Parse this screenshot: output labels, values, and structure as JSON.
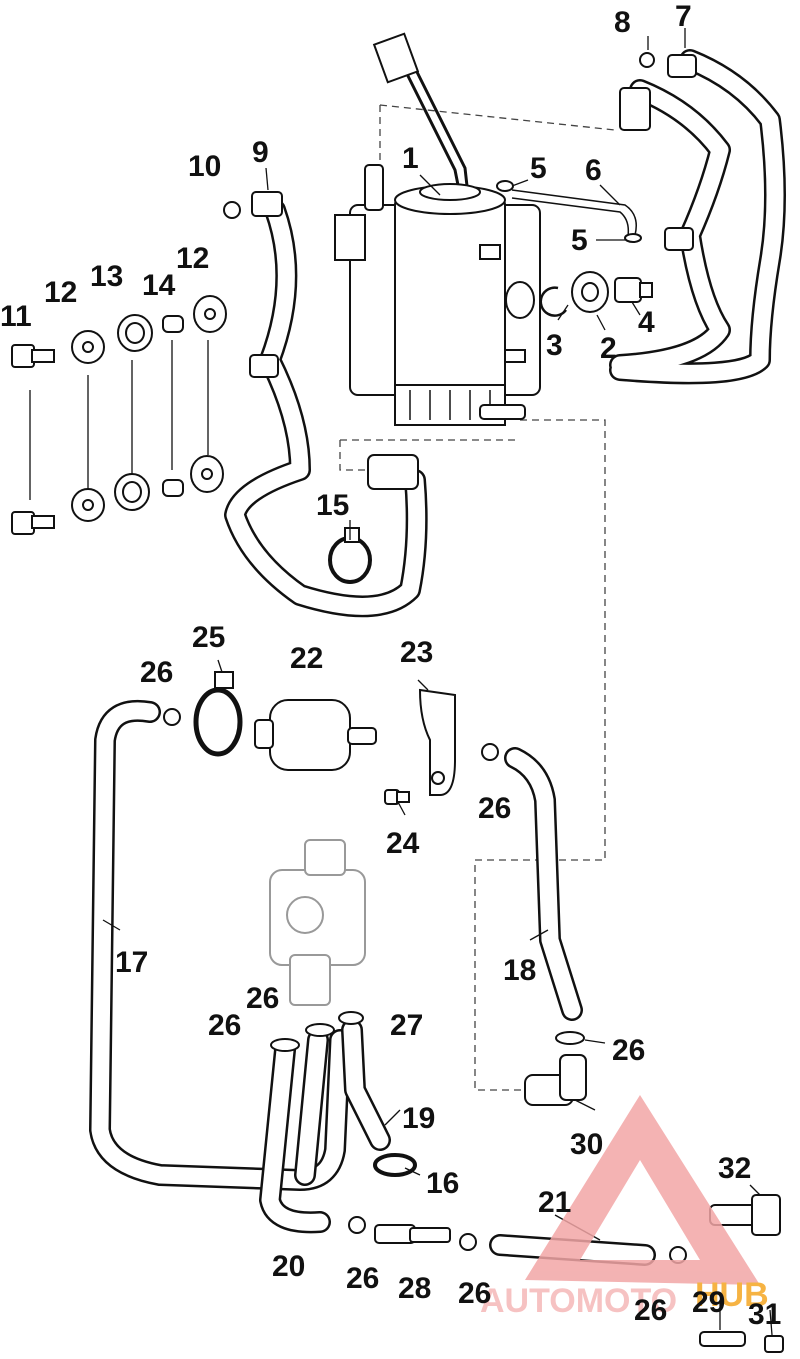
{
  "labels": {
    "l1": "1",
    "l2": "2",
    "l3": "3",
    "l4": "4",
    "l5a": "5",
    "l5b": "5",
    "l6": "6",
    "l7": "7",
    "l8": "8",
    "l9": "9",
    "l10": "10",
    "l11": "11",
    "l12a": "12",
    "l12b": "12",
    "l13": "13",
    "l14": "14",
    "l15": "15",
    "l16": "16",
    "l17": "17",
    "l18": "18",
    "l19": "19",
    "l20": "20",
    "l21": "21",
    "l22": "22",
    "l23": "23",
    "l24": "24",
    "l25": "25",
    "l26a": "26",
    "l26b": "26",
    "l26c": "26",
    "l26d": "26",
    "l26e": "26",
    "l26f": "26",
    "l26g": "26",
    "l26h": "26",
    "l27": "27",
    "l28": "28",
    "l29": "29",
    "l30": "30",
    "l31": "31",
    "l32": "32"
  },
  "watermark": {
    "text_a": "AUTOMOTO",
    "text_b": "HUB",
    "color_a": "#f5b8b8",
    "color_b": "#f5a623"
  }
}
